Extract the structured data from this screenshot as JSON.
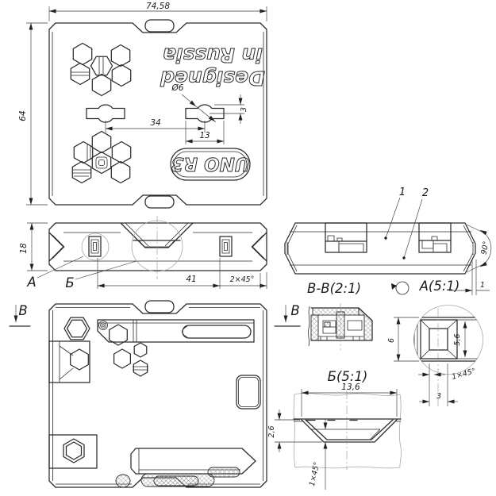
{
  "drawing": {
    "views": {
      "top": {
        "dim_width": "74,58",
        "dim_height": "64",
        "hole_dia": "Ø6",
        "dim_spacing": "34",
        "dim_slot": "13",
        "dim_radius": "3",
        "brand1": "Designed",
        "brand2": "in Russia",
        "logo": "UNO R3"
      },
      "front": {
        "dim_height": "18",
        "dim_spacing": "41",
        "chamfer": "2×45°",
        "label_a": "А",
        "label_b": "Б"
      },
      "side": {
        "callout1": "1",
        "callout2": "2",
        "angle": "90°",
        "dim_tip": "1"
      },
      "bottom": {
        "label_left": "В",
        "label_right": "В"
      },
      "section_bb": {
        "title": "В-В(2:1)"
      },
      "detail_a": {
        "title": "А(5:1)",
        "dim_height": "6",
        "dim_inner": "5,6",
        "chamfer": "1×45°",
        "dim_width": "3"
      },
      "detail_b": {
        "title": "Б(5:1)",
        "dim_width": "13,6",
        "dim_depth": "2,6",
        "chamfer": "1×45°"
      }
    }
  }
}
